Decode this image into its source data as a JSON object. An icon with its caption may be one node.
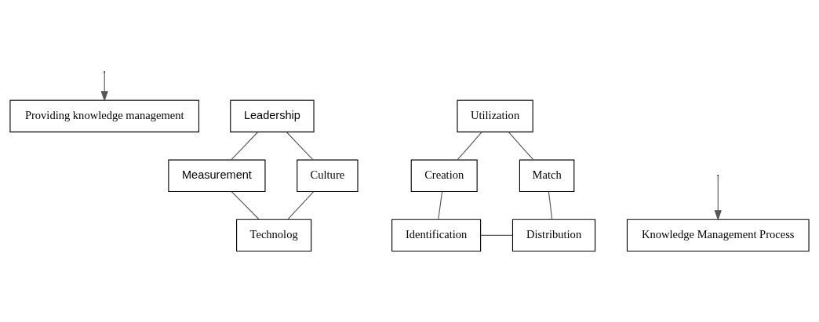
{
  "diagram": {
    "nodes": [
      {
        "text": [
          "Providing knowledge management"
        ]
      },
      {
        "text": [
          "Leadership"
        ]
      },
      {
        "text": [
          "Utilization"
        ]
      },
      {
        "text": [
          "Measurement"
        ]
      },
      {
        "text": [
          "Creation"
        ]
      },
      {
        "text": [
          "Match"
        ]
      },
      {
        "text": [
          "Culture"
        ]
      },
      {
        "text": [
          "Identification"
        ]
      },
      {
        "text": [
          "Distribution"
        ]
      },
      {
        "text": [
          "Knowledge Management Process"
        ]
      },
      {
        "text": [
          "Technolog"
        ]
      }
    ],
    "edges": [
      {
        "from": 1,
        "to": 3,
        "arrow": "none"
      },
      {
        "from": 1,
        "to": 6,
        "arrow": "none"
      },
      {
        "from": null,
        "to": 0,
        "arrow": "to"
      },
      {
        "from": 2,
        "to": 4,
        "arrow": "none"
      },
      {
        "from": 2,
        "to": 5,
        "arrow": "none"
      },
      {
        "from": 4,
        "to": 7,
        "arrow": "none"
      },
      {
        "from": 5,
        "to": 8,
        "arrow": "none"
      },
      {
        "from": 7,
        "to": 8,
        "arrow": "none"
      },
      {
        "from": 3,
        "to": 10,
        "arrow": "none"
      },
      {
        "from": 6,
        "to": 10,
        "arrow": "none"
      },
      {
        "from": null,
        "to": 9,
        "arrow": "to"
      }
    ]
  }
}
